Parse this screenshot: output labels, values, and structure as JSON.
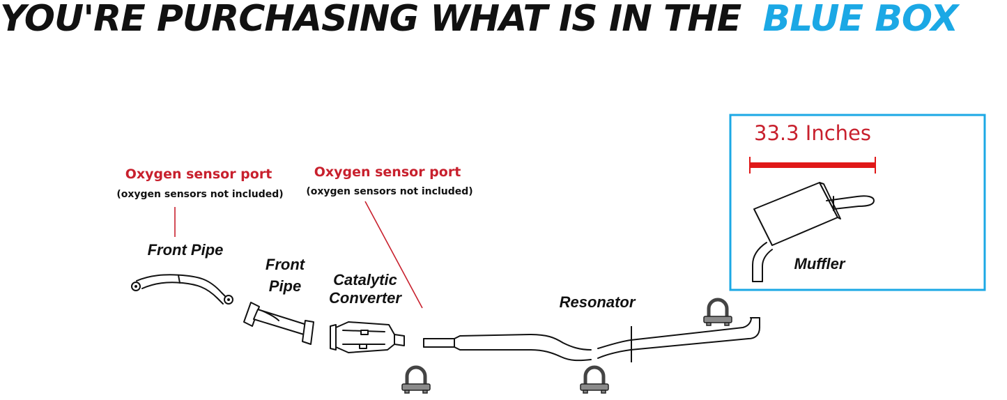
{
  "header": {
    "title_prefix": "YOU'RE PURCHASING WHAT IS IN THE",
    "title_highlight": "BLUE BOX"
  },
  "colors": {
    "highlight_blue": "#1ba8e5",
    "accent_red": "#c8202d",
    "ink": "#111111",
    "clamp_gray": "#8a8a8a"
  },
  "sensor_ports": [
    {
      "title": "Oxygen sensor port",
      "note": "(oxygen sensors not included)"
    },
    {
      "title": "Oxygen sensor port",
      "note": "(oxygen sensors not included)"
    }
  ],
  "parts": {
    "front_pipe_1": "Front Pipe",
    "front_pipe_2_line1": "Front",
    "front_pipe_2_line2": "Pipe",
    "catalytic_line1": "Catalytic",
    "catalytic_line2": "Converter",
    "resonator": "Resonator",
    "muffler": "Muffler"
  },
  "highlight_box": {
    "dimension": "33.3 Inches"
  },
  "icons": [
    "u-bolt-clamp-icon"
  ]
}
